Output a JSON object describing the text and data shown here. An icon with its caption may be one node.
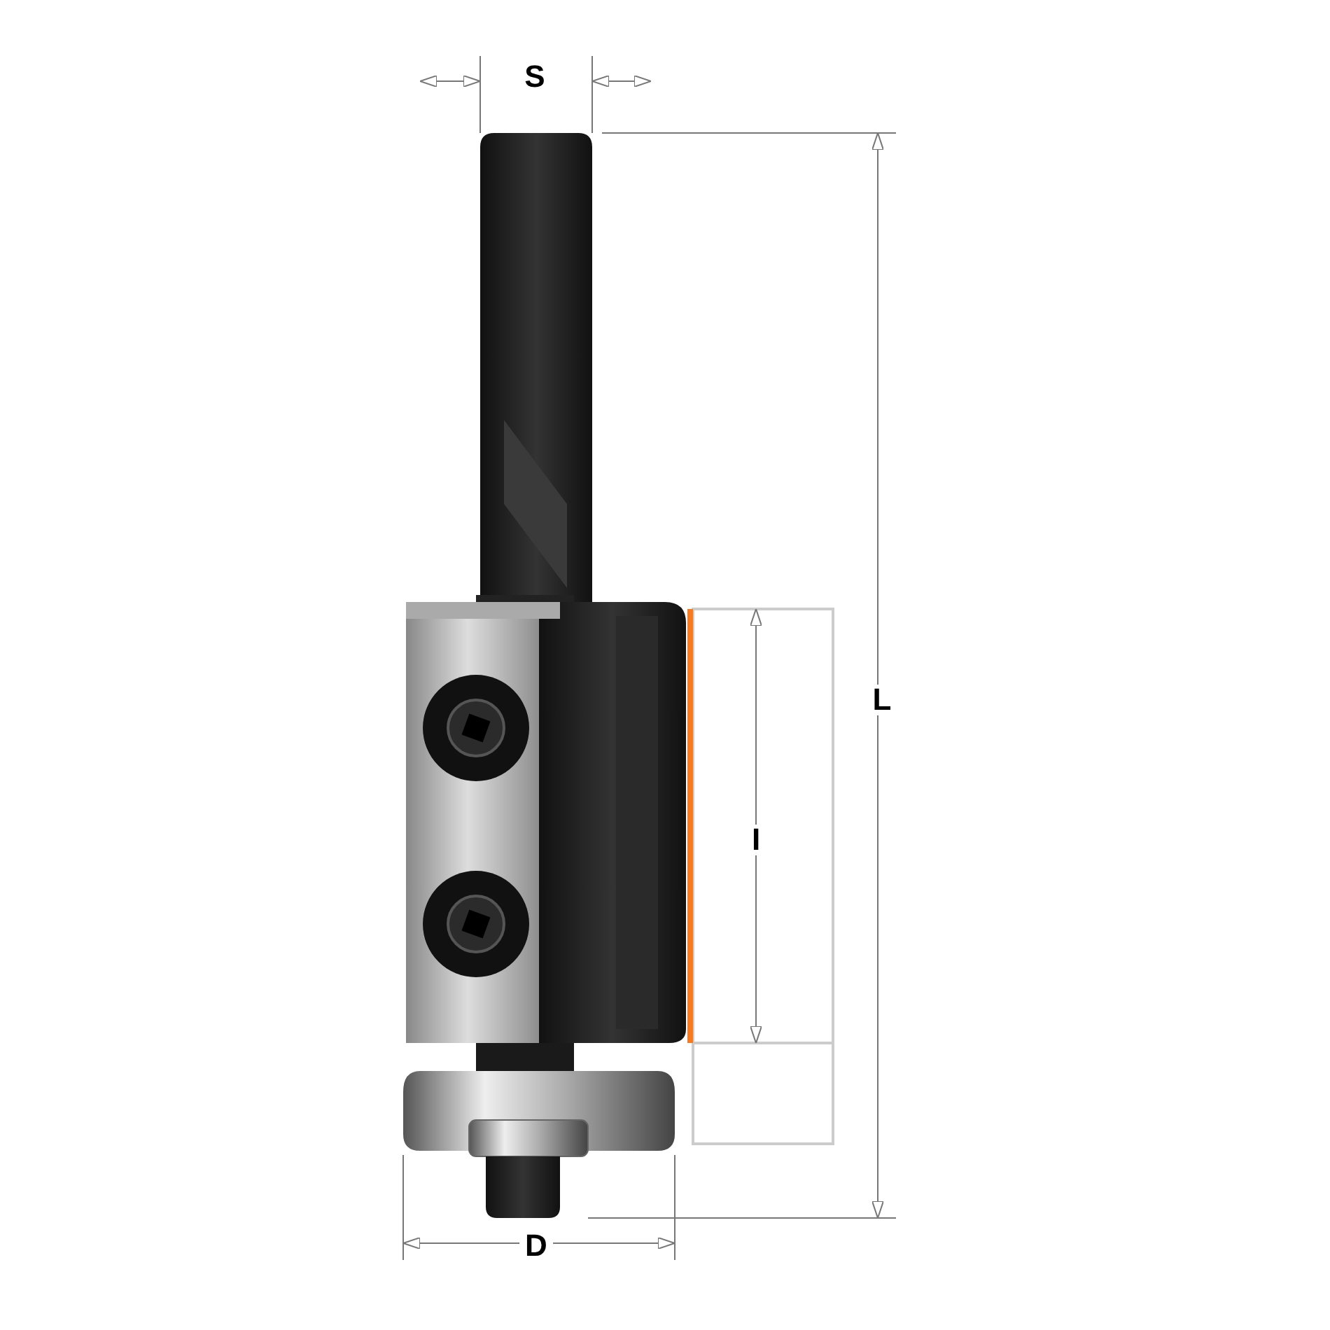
{
  "diagram": {
    "labels": [
      "S",
      "L",
      "I",
      "D"
    ]
  }
}
